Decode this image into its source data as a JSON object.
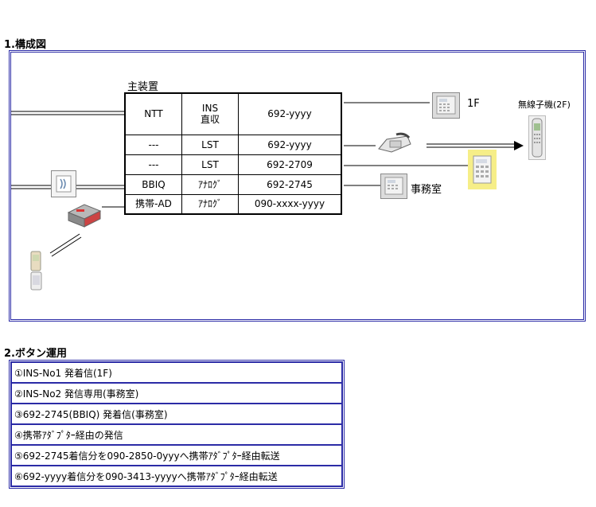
{
  "section1_title": "1.構成図",
  "section2_title": "2.ボタン運用",
  "pbx_label": "主装置",
  "pbx_table": [
    [
      "NTT",
      "INS\n直収",
      "692-yyyy"
    ],
    [
      "---",
      "LST",
      "692-yyyy"
    ],
    [
      "---",
      "LST",
      "692-2709"
    ],
    [
      "BBIQ",
      "ｱﾅﾛｸﾞ",
      "692-2745"
    ],
    [
      "携帯-AD",
      "ｱﾅﾛｸﾞ",
      "090-xxxx-yyyy"
    ]
  ],
  "labels": {
    "floor1": "1F",
    "wireless": "無線子機(2F)",
    "office": "事務室"
  },
  "button_rows": [
    "①INS-No1  発着信(1F)",
    "②INS-No2 発信専用(事務室)",
    "③692-2745(BBIQ) 発着信(事務室)",
    "④携帯ｱﾀﾞﾌﾟﾀｰ経由の発信",
    "⑤692-2745着信分を090-2850-0yyyへ携帯ｱﾀﾞﾌﾟﾀｰ経由転送",
    "⑥692-yyyy着信分を090-3413-yyyyへ携帯ｱﾀﾞﾌﾟﾀｰ経由転送"
  ]
}
